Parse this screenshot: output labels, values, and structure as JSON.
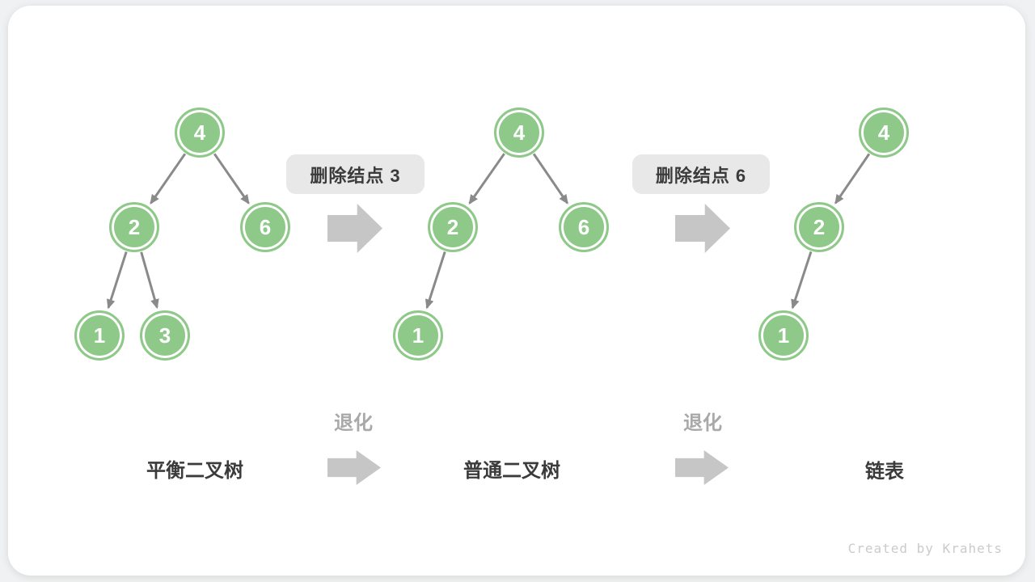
{
  "watermark": "Created by Krahets",
  "colors": {
    "node_fill": "#8FC98A",
    "node_text": "#FFFFFF",
    "edge": "#8A8A8A",
    "op_label_bg": "#E8E8E8",
    "block_arrow": "#C6C6C6",
    "muted_label": "#A9A9A9",
    "dark_text": "#3B3B3B",
    "card_bg": "#FFFFFF",
    "page_bg": "#F0F1F2"
  },
  "operations": [
    {
      "label": "删除结点 3"
    },
    {
      "label": "删除结点 6"
    }
  ],
  "degrade_steps": [
    {
      "label": "退化"
    },
    {
      "label": "退化"
    }
  ],
  "trees": [
    {
      "caption": "平衡二叉树",
      "nodes": [
        {
          "value": "4"
        },
        {
          "value": "2"
        },
        {
          "value": "6"
        },
        {
          "value": "1"
        },
        {
          "value": "3"
        }
      ],
      "edges": [
        [
          "4",
          "2"
        ],
        [
          "4",
          "6"
        ],
        [
          "2",
          "1"
        ],
        [
          "2",
          "3"
        ]
      ]
    },
    {
      "caption": "普通二叉树",
      "nodes": [
        {
          "value": "4"
        },
        {
          "value": "2"
        },
        {
          "value": "6"
        },
        {
          "value": "1"
        }
      ],
      "edges": [
        [
          "4",
          "2"
        ],
        [
          "4",
          "6"
        ],
        [
          "2",
          "1"
        ]
      ]
    },
    {
      "caption": "链表",
      "nodes": [
        {
          "value": "4"
        },
        {
          "value": "2"
        },
        {
          "value": "1"
        }
      ],
      "edges": [
        [
          "4",
          "2"
        ],
        [
          "2",
          "1"
        ]
      ]
    }
  ]
}
